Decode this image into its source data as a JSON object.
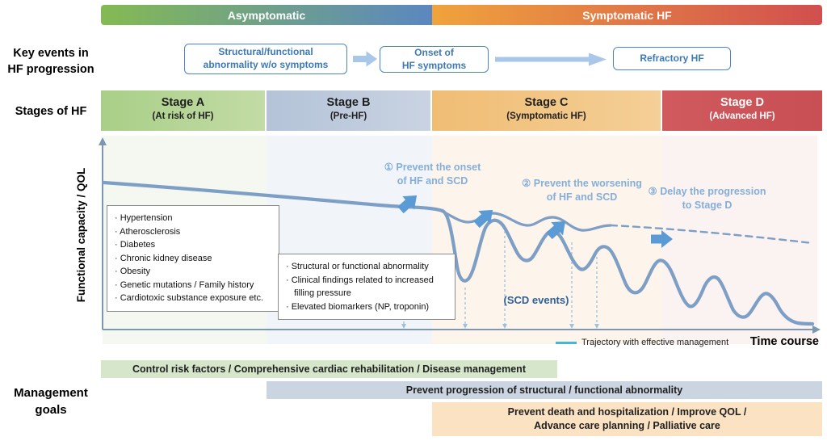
{
  "colors": {
    "asym-from": "#84ba52",
    "asym-to": "#5b87c0",
    "symp-from": "#f0a33c",
    "symp-to": "#d14f4f",
    "stage-a": "#a9cf87",
    "stage-a2": "#c3dba6",
    "stage-b": "#b4c3d8",
    "stage-b2": "#c9d3e2",
    "stage-c": "#f0bd74",
    "stage-c2": "#f4cf97",
    "stage-d": "#d05a5e",
    "stage-d2": "#c84f53",
    "curve": "#7d9ec5",
    "accent": "#5b9bd5",
    "annotation": "#85aed8",
    "key-border": "#4b86c0",
    "key-text": "#3d79b8",
    "fat-arrow": "#a9c7e8",
    "legend-line": "#45b5d8",
    "dashed": "#9cc0de",
    "axis": "#7d96b2",
    "scd-text": "#2f6096",
    "mgmt1": "#d6e6ca",
    "mgmt2": "#cbd5e2",
    "mgmt3": "#fbe2c3"
  },
  "top_bar": {
    "left": "Asymptomatic",
    "right": "Symptomatic HF"
  },
  "key_events": {
    "label": "Key events in\nHF progression",
    "boxes": [
      {
        "text": "Structural/functional\nabnormality w/o symptoms"
      },
      {
        "text": "Onset of\nHF symptoms"
      },
      {
        "text": "Refractory HF"
      }
    ]
  },
  "stages": {
    "label": "Stages of HF",
    "items": [
      {
        "title": "Stage A",
        "subtitle": "(At risk of HF)"
      },
      {
        "title": "Stage B",
        "subtitle": "(Pre-HF)"
      },
      {
        "title": "Stage C",
        "subtitle": "(Symptomatic HF)"
      },
      {
        "title": "Stage D",
        "subtitle": "(Advanced HF)"
      }
    ]
  },
  "chart": {
    "y_axis_label": "Functional capacity / QOL",
    "x_axis_label": "Time course",
    "annotations": [
      {
        "text": "① Prevent the onset\nof HF and SCD"
      },
      {
        "text": "② Prevent the worsening\nof HF and SCD"
      },
      {
        "text": "③ Delay the progression\nto Stage D"
      }
    ],
    "scd_label": "(SCD events)",
    "legend": "Trajectory with effective management",
    "risk_factors": [
      "· Hypertension",
      "· Atherosclerosis",
      "· Diabetes",
      "· Chronic kidney disease",
      "· Obesity",
      "· Genetic mutations / Family history",
      "· Cardiotoxic substance exposure etc."
    ],
    "findings": [
      "· Structural or functional abnormality",
      "· Clinical findings related to increased filling pressure",
      "· Elevated biomarkers (NP, troponin)"
    ]
  },
  "management": {
    "label": "Management\ngoals",
    "bar1": "Control risk factors / Comprehensive cardiac rehabilitation / Disease management",
    "bar2": "Prevent progression of structural / functional abnormality",
    "bar3": "Prevent death and hospitalization / Improve QOL /\nAdvance care planning / Palliative care"
  }
}
